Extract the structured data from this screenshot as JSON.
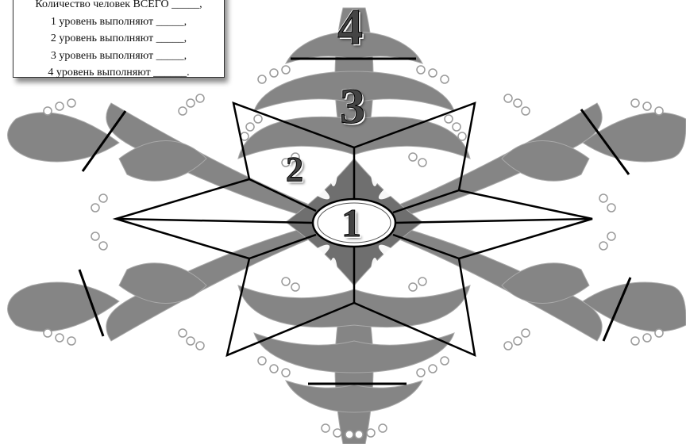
{
  "info": {
    "total": "Количество  человек  ВСЕГО  _____,",
    "level1": "1 уровень выполняют _____,",
    "level2": "2 уровень выполняют _____,",
    "level3": "3 уровень выполняют _____,",
    "level4": "4  уровень выполняют ______."
  },
  "levels": {
    "one": "1",
    "two": "2",
    "three": "3",
    "four": "4"
  },
  "colors": {
    "ornament": "#808080",
    "ornament_light": "#c8c8c8",
    "outline": "#000000",
    "background": "#ffffff"
  }
}
